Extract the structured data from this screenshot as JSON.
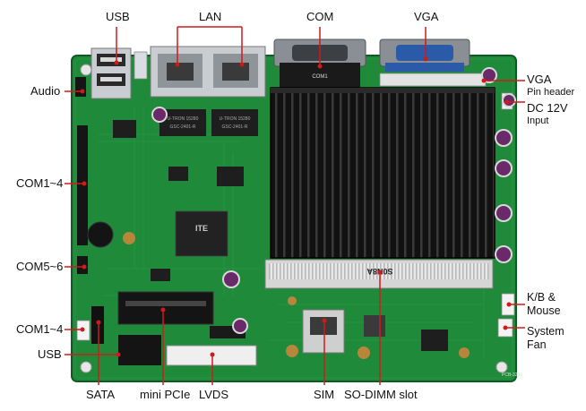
{
  "colors": {
    "pcb": "#1f8a3a",
    "pcb_dark": "#0f5a25",
    "heatsink": "#151515",
    "leader_line": "#d01a1a",
    "connector_silver": "#c9cdd2",
    "vga_blue": "#2a5aa8",
    "label_text": "#111111"
  },
  "labels": {
    "usb_top": "USB",
    "lan": "LAN",
    "com_top": "COM",
    "vga_top": "VGA",
    "audio": "Audio",
    "com1_4_upper": "COM1~4",
    "com5_6": "COM5~6",
    "com1_4_lower": "COM1~4",
    "usb_left": "USB",
    "sata": "SATA",
    "mini_pcie": "mini PCIe",
    "lvds": "LVDS",
    "sim": "SIM",
    "sodimm": "SO-DIMM slot",
    "vga_pin_header_1": "VGA",
    "vga_pin_header_2": "Pin header",
    "dc_12v_1": "DC 12V",
    "dc_12v_2": "Input",
    "kb_mouse_1": "K/B &",
    "kb_mouse_2": "Mouse",
    "system_fan_1": "System",
    "system_fan_2": "Fan"
  },
  "silkscreen": {
    "com_port": "COM1",
    "sodimm": "S0N8A",
    "chip_brand": "ITE",
    "lan_chip_1": "U-TRON 15280",
    "lan_chip_2": "GSC-2401-R",
    "pcb_code": "PCB-3290"
  }
}
